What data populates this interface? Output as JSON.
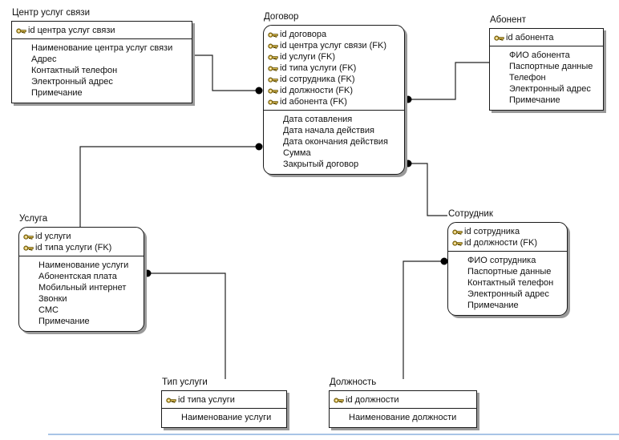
{
  "diagram": {
    "entities": {
      "service_center": {
        "title": "Центр услуг связи",
        "keys": [
          "id центра услуг связи"
        ],
        "attrs": [
          "Наименование центра услуг связи",
          "Адрес",
          "Контактный телефон",
          "Электронный адрес",
          "Примечание"
        ]
      },
      "contract": {
        "title": "Договор",
        "keys": [
          "id договора",
          "id центра услуг связи (FK)",
          "id услуги (FK)",
          "id типа услуги (FK)",
          "id сотрудника (FK)",
          "id должности (FK)",
          "id абонента (FK)"
        ],
        "attrs": [
          "Дата сотавления",
          "Дата начала действия",
          "Дата окончания действия",
          "Сумма",
          "Закрытый договор"
        ]
      },
      "subscriber": {
        "title": "Абонент",
        "keys": [
          "id абонента"
        ],
        "attrs": [
          "ФИО абонента",
          "Паспортные данные",
          "Телефон",
          "Электронный адрес",
          "Примечание"
        ]
      },
      "service": {
        "title": "Услуга",
        "keys": [
          "id услуги",
          "id типа услуги (FK)"
        ],
        "attrs": [
          "Наименование услуги",
          "Абонентская плата",
          "Мобильный интернет",
          "Звонки",
          "СМС",
          "Примечание"
        ]
      },
      "employee": {
        "title": "Сотрудник",
        "keys": [
          "id сотрудника",
          "id должности (FK)"
        ],
        "attrs": [
          "ФИО сотрудника",
          "Паспортные данные",
          "Контактный телефон",
          "Электронный адрес",
          "Примечание"
        ]
      },
      "service_type": {
        "title": "Тип услуги",
        "keys": [
          "id типа услуги"
        ],
        "attrs": [
          "Наименование услуги"
        ]
      },
      "position": {
        "title": "Должность",
        "keys": [
          "id должности"
        ],
        "attrs": [
          "Наименование должности"
        ]
      }
    },
    "relationships": [
      {
        "parent": "Центр услуг связи",
        "child": "Договор"
      },
      {
        "parent": "Абонент",
        "child": "Договор"
      },
      {
        "parent": "Услуга",
        "child": "Договор"
      },
      {
        "parent": "Сотрудник",
        "child": "Договор"
      },
      {
        "parent": "Тип услуги",
        "child": "Услуга"
      },
      {
        "parent": "Должность",
        "child": "Сотрудник"
      }
    ],
    "colors": {
      "key_icon": "#dcbc50",
      "key_icon_outline": "#5d4a00",
      "box_border": "#1a1a1a",
      "line": "#222222",
      "shadow": "#999999",
      "bottom_rule": "#a8c4e6"
    }
  }
}
